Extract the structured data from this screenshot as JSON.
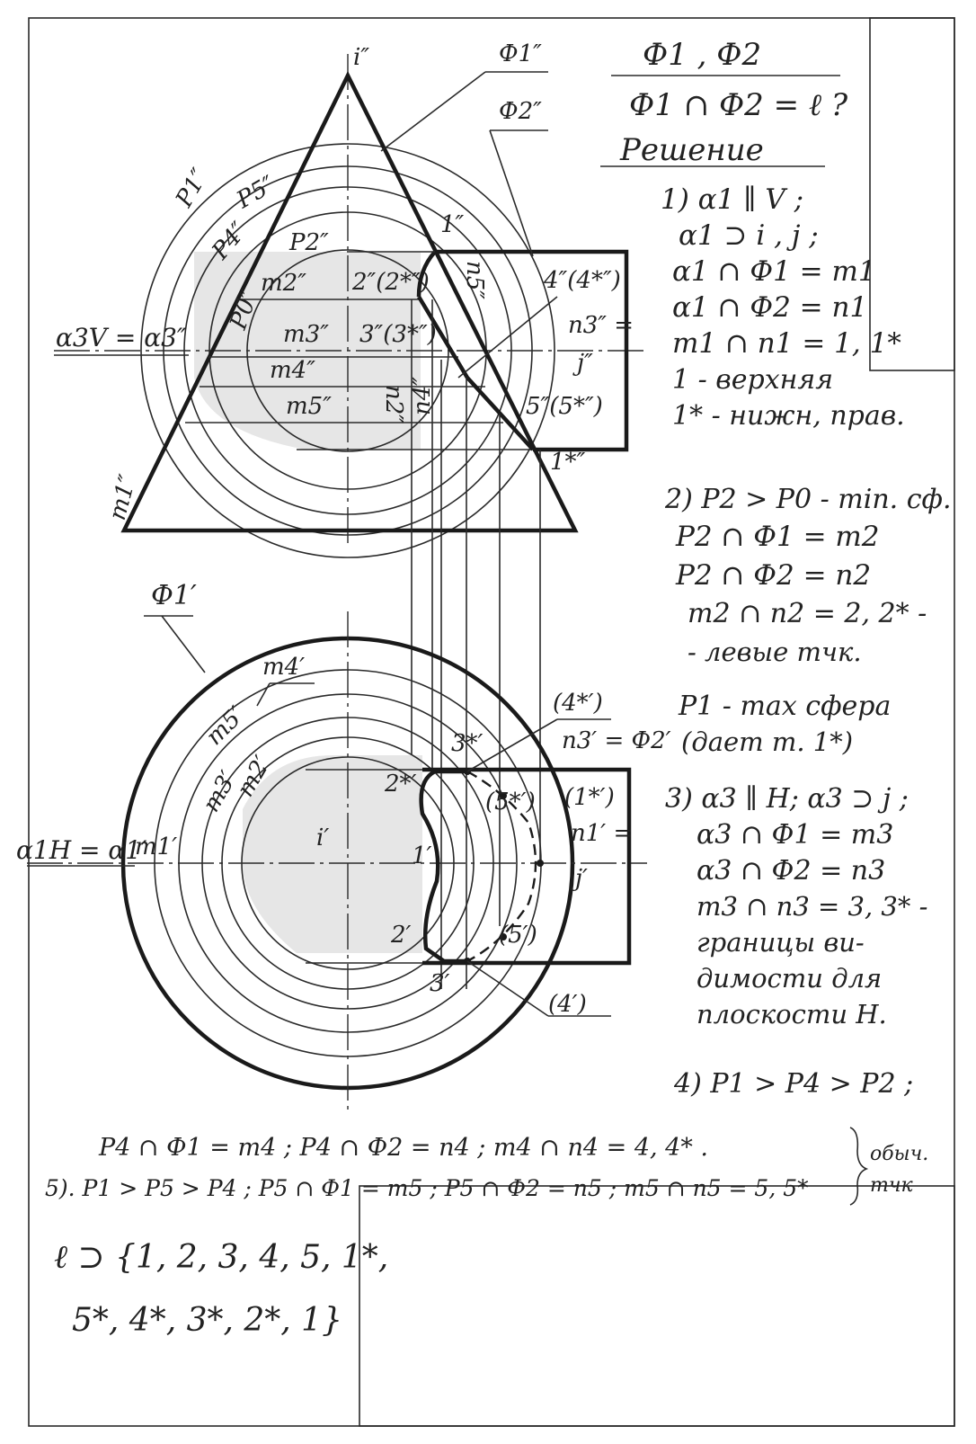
{
  "header": {
    "given": "Ф1 , Ф2",
    "task": "Ф1 ∩ Ф2 = ℓ ?",
    "solution_title": "Решение"
  },
  "steps": {
    "s1": [
      "1) α1 ∥ V ;",
      "α1 ⊃ i , j ;",
      "α1 ∩ Ф1 = m1",
      "α1 ∩ Ф2 = n1",
      "m1 ∩ n1 = 1, 1*",
      "1 - верхняя",
      "1* - нижн, прав."
    ],
    "s2": [
      "2) P2 > P0 - min. сф.",
      "P2 ∩ Ф1 = m2",
      "P2 ∩ Ф2 = n2",
      "m2 ∩ n2 = 2, 2* -",
      "- левые тчк."
    ],
    "s2b": [
      "P1 - max сфера",
      "(дает т. 1*)"
    ],
    "s3": [
      "3) α3 ∥ H; α3 ⊃ j ;",
      "α3 ∩ Ф1 = m3",
      "α3 ∩ Ф2 = n3",
      "m3 ∩ n3 = 3, 3* -",
      "границы ви-",
      "димости для",
      "плоскости H."
    ],
    "s4": "4) P1 > P4 > P2 ;",
    "s4b": "P4 ∩ Ф1 = m4 ;  P4 ∩ Ф2 = n4 ;  m4 ∩ n4 = 4, 4* .",
    "s5": "5). P1 > P5 > P4 ;  P5 ∩ Ф1 = m5 ;  P5 ∩ Ф2 = n5 ;  m5 ∩ n5 = 5, 5*",
    "brace_note": [
      "обыч.",
      "тчк"
    ]
  },
  "answer": [
    "ℓ ⊃ {1, 2, 3, 4, 5, 1*,",
    "5*, 4*, 3*, 2*, 1}"
  ],
  "front_labels": {
    "i2": "i″",
    "phi1_2": "Ф1″",
    "phi2_2": "Ф2″",
    "p1": "P1″",
    "p5": "P5″",
    "p4": "P4″",
    "p2": "P2″",
    "p0": "P0″",
    "alpha": "α3V = α3″",
    "m2": "m2″",
    "m3": "m3″",
    "m4": "m4″",
    "m5": "m5″",
    "m1": "m1″",
    "pt1": "1″",
    "pt2": "2″(2*″)",
    "pt3": "3″(3*″)",
    "pt4": "4″(4*″)",
    "pt5": "5″(5*″)",
    "pt1s": "1*″",
    "n5": "n5″",
    "n4": "n4″",
    "n2": "n2″",
    "n3": "n3″ =",
    "j2": "j″"
  },
  "top_labels": {
    "phi1_1": "Ф1′",
    "alpha": "α1H = α1′",
    "m1": "m1′",
    "i1": "i′",
    "m4": "m4′",
    "m5": "m5′",
    "m3": "m3′",
    "m2": "m2′",
    "p4s": "(4*′)",
    "p3s": "3*′",
    "n3": "n3′ = Ф2′",
    "p5s": "(5*′)",
    "p1s": "(1*′)",
    "p2s": "2*′",
    "n1": "n1′ =",
    "j1": "j′",
    "p1": "1′",
    "p2": "2′",
    "p5": "(5′)",
    "p3": "3′",
    "p4": "(4′)"
  }
}
